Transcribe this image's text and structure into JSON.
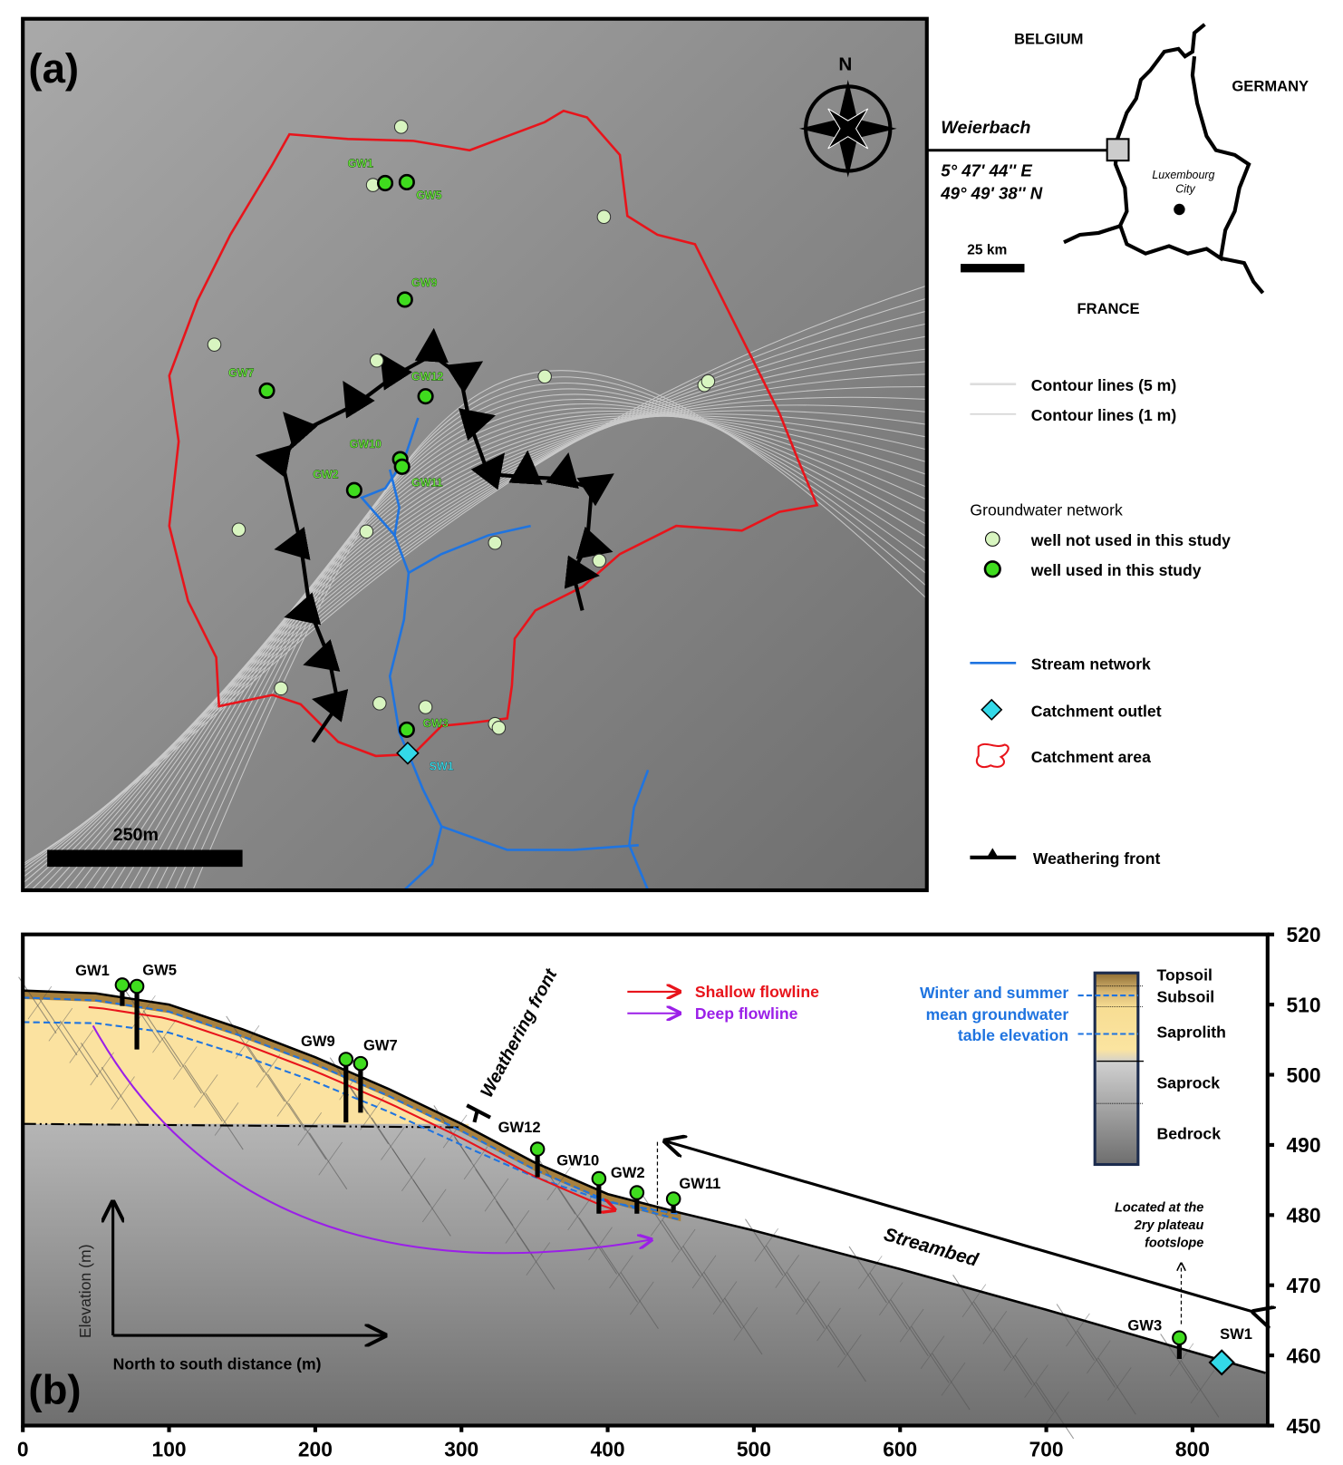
{
  "panel_a": {
    "label": "(a)",
    "north_label": "N",
    "scale_label": "250m",
    "site_name": "Weierbach",
    "coord_e": "5° 47' 44'' E",
    "coord_n": "49° 49' 38'' N",
    "countries": {
      "belgium": "BELGIUM",
      "germany": "GERMANY",
      "france": "FRANCE"
    },
    "city_line1": "Luxembourg",
    "city_line2": "City",
    "inset_scale": "25 km",
    "wells_used": [
      {
        "id": "GW1"
      },
      {
        "id": "GW5"
      },
      {
        "id": "GW9"
      },
      {
        "id": "GW7"
      },
      {
        "id": "GW12"
      },
      {
        "id": "GW10"
      },
      {
        "id": "GW11"
      },
      {
        "id": "GW2"
      },
      {
        "id": "GW3"
      }
    ],
    "outlet_id": "SW1",
    "legend": {
      "contour5": "Contour lines (5 m)",
      "contour1": "Contour lines (1 m)",
      "gw_title": "Groundwater network",
      "well_not_used": "well not used in this study",
      "well_used": "well used in this study",
      "stream": "Stream network",
      "outlet": "Catchment outlet",
      "catchment": "Catchment area",
      "front": "Weathering front"
    },
    "colors": {
      "catchment": "#e8141b",
      "stream": "#1f74e0",
      "well_used": "#3fdc1e",
      "well_not_used": "#d8f5c0",
      "outlet": "#33d9e8"
    }
  },
  "panel_b": {
    "label": "(b)",
    "y_ticks": [
      450,
      460,
      470,
      480,
      490,
      500,
      510,
      520
    ],
    "x_ticks": [
      0,
      100,
      200,
      300,
      400,
      500,
      600,
      700,
      800
    ],
    "xlabel": "North to south distance (m)",
    "ylabel": "Elevation (m)",
    "weathering_front": "Weathering front",
    "streambed": "Streambed",
    "shallow": "Shallow flowline",
    "deep": "Deep flowline",
    "gw_legend_1": "Winter and summer",
    "gw_legend_2": "mean groundwater",
    "gw_legend_3": "table elevation",
    "layers": {
      "topsoil": "Topsoil",
      "subsoil": "Subsoil",
      "saprolith": "Saprolith",
      "saprock": "Saprock",
      "bedrock": "Bedrock"
    },
    "note_1": "Located at the",
    "note_2": "2ry plateau",
    "note_3": "footslope",
    "wells": [
      {
        "id": "GW1",
        "x": 68,
        "top": 512.8,
        "depth": 3
      },
      {
        "id": "GW5",
        "x": 78,
        "top": 512.6,
        "depth": 9
      },
      {
        "id": "GW9",
        "x": 221,
        "top": 502.2,
        "depth": 9
      },
      {
        "id": "GW7",
        "x": 231,
        "top": 501.6,
        "depth": 7
      },
      {
        "id": "GW12",
        "x": 352,
        "top": 489.4,
        "depth": 4
      },
      {
        "id": "GW10",
        "x": 394,
        "top": 485.2,
        "depth": 5
      },
      {
        "id": "GW2",
        "x": 420,
        "top": 483.2,
        "depth": 3
      },
      {
        "id": "GW11",
        "x": 445,
        "top": 482.3,
        "depth": 2
      },
      {
        "id": "GW3",
        "x": 791,
        "top": 462.5,
        "depth": 3
      }
    ],
    "outlet": {
      "id": "SW1",
      "x": 820,
      "elev": 459
    },
    "surface": [
      [
        0,
        512
      ],
      [
        50,
        511.6
      ],
      [
        100,
        510
      ],
      [
        150,
        506.5
      ],
      [
        200,
        502.5
      ],
      [
        250,
        498
      ],
      [
        300,
        493
      ],
      [
        350,
        487.5
      ],
      [
        400,
        483
      ],
      [
        450,
        480.3
      ],
      [
        500,
        477.8
      ],
      [
        600,
        472.3
      ],
      [
        700,
        466.5
      ],
      [
        800,
        460.5
      ],
      [
        850,
        457.5
      ]
    ]
  }
}
